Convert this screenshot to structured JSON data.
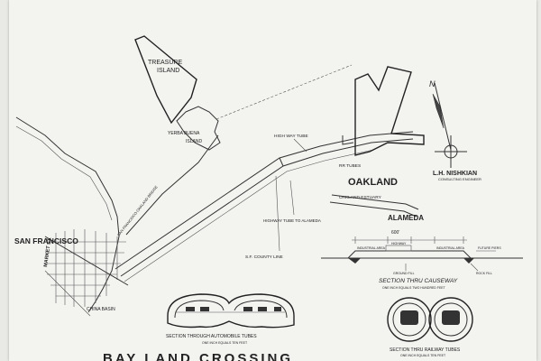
{
  "map": {
    "places": {
      "treasure_island_line1": "TREASURE",
      "treasure_island_line2": "ISLAND",
      "yerba_buena_line1": "YERBA BUENA",
      "yerba_buena_line2": "ISLAND",
      "oakland": "OAKLAND",
      "alameda": "ALAMEDA",
      "san_francisco": "SAN FRANCISCO",
      "market_st": "MARKET ST.",
      "china_basin": "CHINA BASIN",
      "bridge": "SAN FRANCISCO-OAKLAND BRIDGE",
      "oakland_estuary": "OAKLAND ESTUARY"
    },
    "labels": {
      "highway_tube": "HIGH WAY TUBE",
      "rr_tubes": "RR TUBES",
      "highway_tube_to_alameda": "HIGHWAY TUBE TO ALAMEDA",
      "sf_county_line": "S.F. COUNTY LINE",
      "north": "N"
    },
    "engineer": {
      "name": "L.H. NISHKIAN",
      "title": "CONSULTING ENGINEER"
    },
    "sections": {
      "causeway_title": "SECTION THRU CAUSEWAY",
      "causeway_scale": "ONE INCH EQUALS TWO HUNDRED FEET",
      "causeway_width": "600'",
      "causeway_parts": [
        "INDUSTRIAL AREA",
        "HIGHWAY",
        "INDUSTRIAL AREA"
      ],
      "future_piers": "FUTURE PIERS",
      "rock_fill": "ROCK FILL",
      "ground_fill": "GROUND FILL",
      "auto_title": "SECTION THROUGH AUTOMOBILE TUBES",
      "auto_scale": "ONE INCH EQUALS TEN FEET",
      "rail_title": "SECTION THRU RAILWAY TUBES",
      "rail_scale": "ONE INCH EQUALS TEN FEET"
    },
    "title": "BAY LAND CROSSING"
  }
}
